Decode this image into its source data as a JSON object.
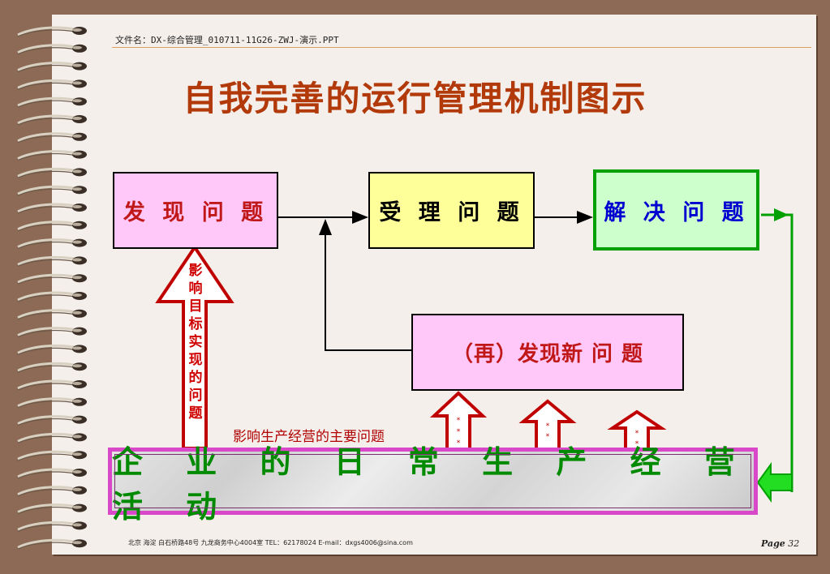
{
  "header": {
    "file_name": "文件名：DX-综合管理_010711-11G26-ZWJ-演示.PPT"
  },
  "title": "自我完善的运行管理机制图示",
  "diagram": {
    "box_discover": "发 现 问 题",
    "box_accept": "受 理 问 题",
    "box_solve": "解 决 问 题",
    "box_rediscover": "（再）发现新 问 题",
    "influence_target_label": [
      "影",
      "响",
      "目",
      "标",
      "实",
      "现",
      "的",
      "问",
      "题"
    ],
    "main_problems_label": "影响生产经营的主要问题",
    "daily_operations": "企 业 的 日 常 生 产 经 营 活 动"
  },
  "footer": {
    "address": "北京 海淀 白石桥路48号 九龙商务中心4004室    TEL：62178024   E-mail：dxgs4006@sina.com",
    "page_label": "Page",
    "page_number": "32"
  },
  "colors": {
    "title": "#b23a0a",
    "pink_box": "#ffc8f8",
    "yellow_box": "#ffff99",
    "green_box": "#ccffcc",
    "green_border": "#00a000",
    "activity_border": "#d848c8"
  }
}
